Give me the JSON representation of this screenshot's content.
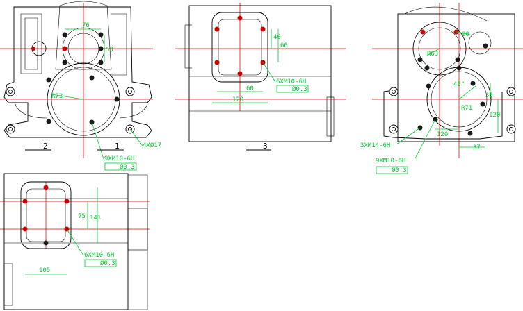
{
  "colors": {
    "background": "#ffffff",
    "outline": "#000000",
    "centerline": "#ff0000",
    "dimension": "#00cc33",
    "bolt": "#1a1a1a",
    "bolt_marker": "#cc0000"
  },
  "view1": {
    "dim_width": "76",
    "dim_height": "53",
    "radius": "R73",
    "hole_callout": "4XØ17",
    "thread_callout": "9XM10-6H",
    "position_tol": "Ø0.3",
    "section_left": "2",
    "section_right": "1"
  },
  "view2": {
    "dim_vert_a": "40",
    "dim_vert_b": "60",
    "dim_horiz_a": "60",
    "dim_horiz_b": "120",
    "thread_callout": "6XM10-6H",
    "position_tol": "Ø0.3",
    "section_label": "3"
  },
  "view3": {
    "dim_top": "90",
    "radius_top": "R63",
    "angle": "45°",
    "radius_main": "R71",
    "dim_right_a": "30",
    "dim_right_b": "120",
    "dim_bottom_a": "120",
    "dim_bottom_b": "37",
    "thread_callout_a": "3XM14-6H",
    "thread_callout_b": "9XM10-6H",
    "position_tol": "Ø0.3"
  },
  "view4": {
    "dim_vert_a": "75",
    "dim_vert_b": "141",
    "dim_horiz": "105",
    "thread_callout": "6XM10-6H",
    "position_tol": "Ø0.3"
  }
}
